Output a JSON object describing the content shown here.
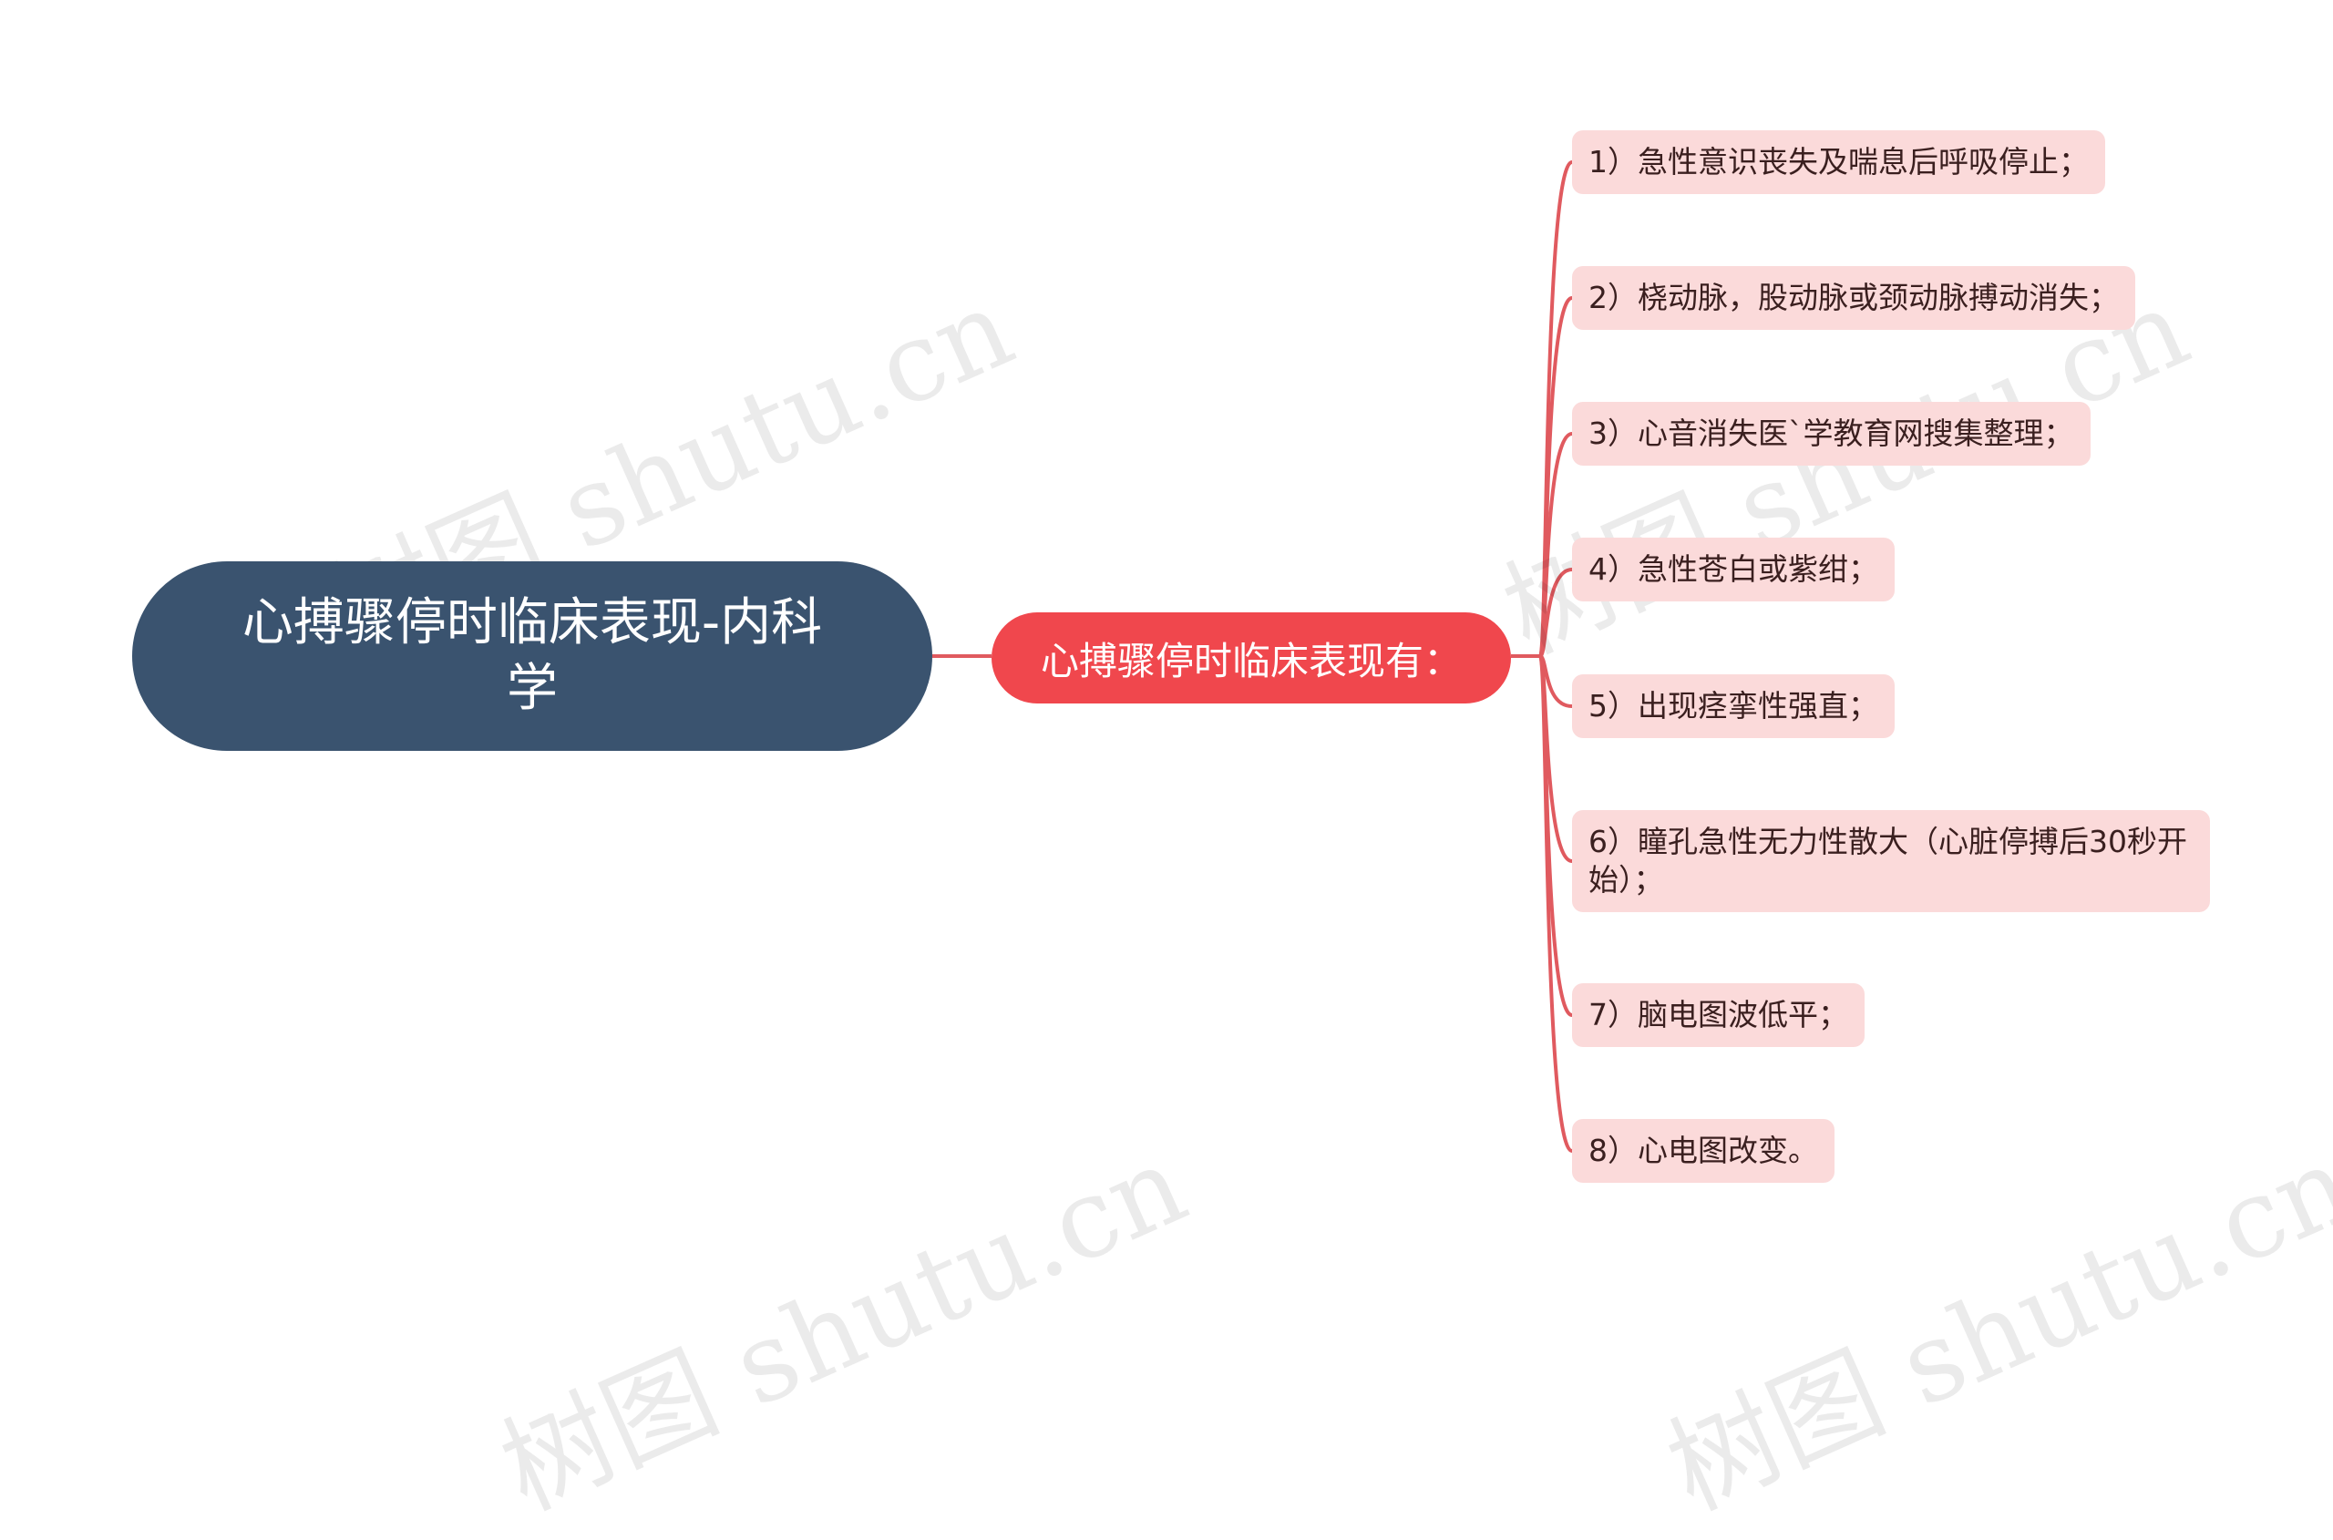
{
  "root": {
    "label": "心搏骤停时临床表现-内科学"
  },
  "branch": {
    "label": "心搏骤停时临床表现有："
  },
  "items": [
    "1）急性意识丧失及喘息后呼吸停止；",
    "2）桡动脉，股动脉或颈动脉搏动消失；",
    "3）心音消失医`学教育网搜集整理；",
    "4）急性苍白或紫绀；",
    "5）出现痉挛性强直；",
    "6）瞳孔急性无力性散大（心脏停搏后30秒开始）；",
    "7）脑电图波低平；",
    "8）心电图改变。"
  ],
  "watermark": "树图 shutu.cn",
  "colors": {
    "root": "#3a536f",
    "branch": "#f0474d",
    "leaf": "#fbdada",
    "line": "#e05a5f"
  }
}
